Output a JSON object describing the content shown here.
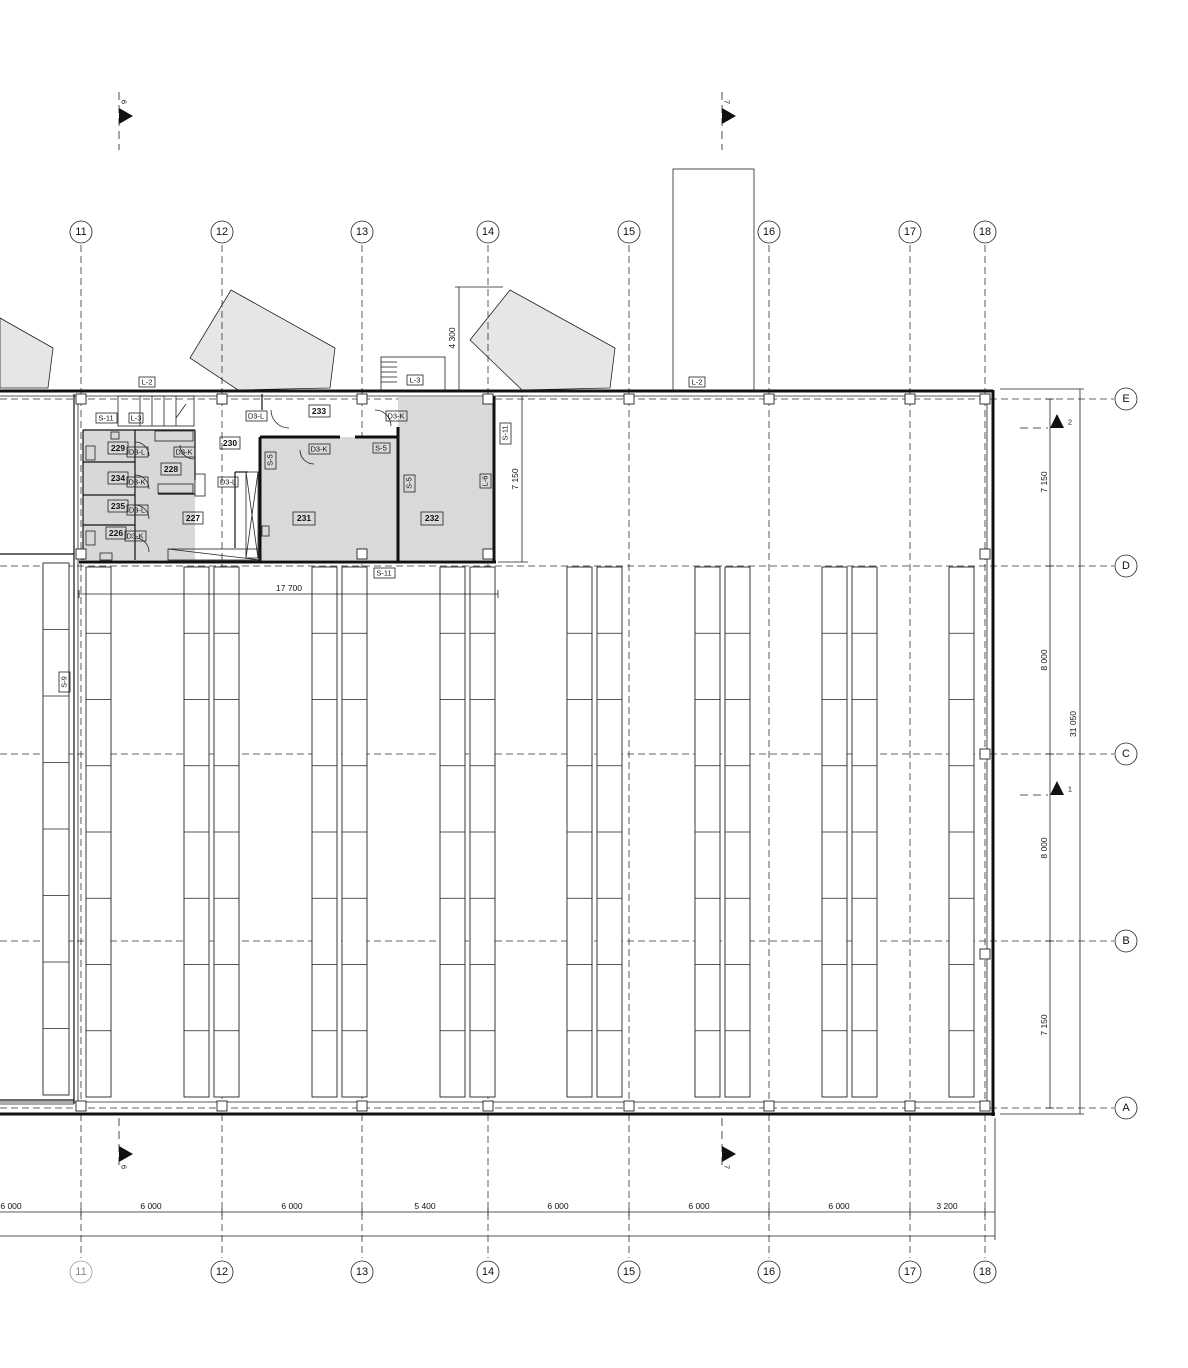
{
  "grid_columns_top": [
    "11",
    "12",
    "13",
    "14",
    "15",
    "16",
    "17",
    "18"
  ],
  "grid_columns_bottom": [
    "11",
    "12",
    "13",
    "14",
    "15",
    "16",
    "17",
    "18"
  ],
  "grid_rows": [
    "E",
    "D",
    "C",
    "B",
    "A"
  ],
  "section_markers": {
    "left_top": "6",
    "right_top": "7",
    "left_bottom": "6",
    "right_bottom": "7",
    "side_upper": "2",
    "side_lower": "1"
  },
  "bottom_dimensions": [
    "6 000",
    "6 000",
    "6 000",
    "5 400",
    "6 000",
    "6 000",
    "6 000",
    "3 200"
  ],
  "side_dimensions": {
    "e_d": "7 150",
    "d_c": "8 000",
    "c_b": "8 000",
    "b_a": "7 150",
    "total": "31 050"
  },
  "annex_depth": "7 150",
  "canopy_height": "4 300",
  "interior_span": "17 700",
  "rooms": [
    "229",
    "234",
    "235",
    "226",
    "228",
    "227",
    "230",
    "231",
    "232",
    "233"
  ],
  "tags": {
    "l2_left": "L-2",
    "l2_right": "L-2",
    "l3_stair": "L-3",
    "l3_top": "L-3",
    "l6": "L-6",
    "s11_a": "S-11",
    "s11_b": "S-11",
    "s11_c": "S-11",
    "s5_a": "S-5",
    "s5_b": "S-5",
    "s5_c": "S-5",
    "s9": "S-9",
    "d3l_a": "D3-L",
    "d3l_b": "D3-L",
    "d3l_c": "D3-L",
    "d3l_d": "D3-L",
    "d3k_a": "D3-K",
    "d3k_b": "D3-K",
    "d3k_c": "D3-K",
    "d3k_d": "D3-K",
    "d3k_e": "D3-K"
  }
}
